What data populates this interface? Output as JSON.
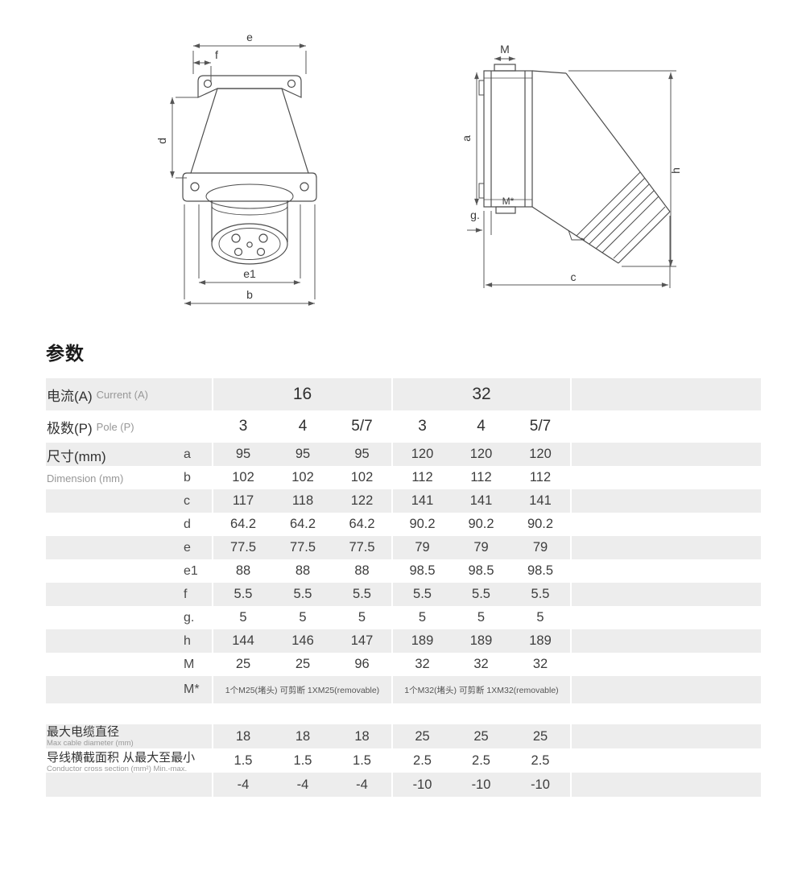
{
  "heading": "参数",
  "drawings": {
    "front_view": {
      "dims": {
        "e": "e",
        "f": "f",
        "d": "d",
        "e1": "e1",
        "b": "b"
      }
    },
    "side_view": {
      "dims": {
        "M": "M",
        "a": "a",
        "h": "h",
        "g": "g.",
        "c": "c",
        "m_star": "M*"
      }
    }
  },
  "table": {
    "current": {
      "zh": "电流(A)",
      "en": "Current (A)",
      "group1": "16",
      "group2": "32"
    },
    "pole": {
      "zh": "极数(P)",
      "en": "Pole (P)",
      "values": [
        "3",
        "4",
        "5/7",
        "3",
        "4",
        "5/7"
      ]
    },
    "dimension": {
      "zh": "尺寸(mm)",
      "en": "Dimension (mm)",
      "rows": [
        {
          "key": "a",
          "values": [
            "95",
            "95",
            "95",
            "120",
            "120",
            "120"
          ]
        },
        {
          "key": "b",
          "values": [
            "102",
            "102",
            "102",
            "112",
            "112",
            "112"
          ]
        },
        {
          "key": "c",
          "values": [
            "117",
            "118",
            "122",
            "141",
            "141",
            "141"
          ]
        },
        {
          "key": "d",
          "values": [
            "64.2",
            "64.2",
            "64.2",
            "90.2",
            "90.2",
            "90.2"
          ]
        },
        {
          "key": "e",
          "values": [
            "77.5",
            "77.5",
            "77.5",
            "79",
            "79",
            "79"
          ]
        },
        {
          "key": "e1",
          "values": [
            "88",
            "88",
            "88",
            "98.5",
            "98.5",
            "98.5"
          ]
        },
        {
          "key": "f",
          "values": [
            "5.5",
            "5.5",
            "5.5",
            "5.5",
            "5.5",
            "5.5"
          ]
        },
        {
          "key": "g.",
          "values": [
            "5",
            "5",
            "5",
            "5",
            "5",
            "5"
          ]
        },
        {
          "key": "h",
          "values": [
            "144",
            "146",
            "147",
            "189",
            "189",
            "189"
          ]
        },
        {
          "key": "M",
          "values": [
            "25",
            "25",
            "96",
            "32",
            "32",
            "32"
          ]
        }
      ],
      "m_star": {
        "key": "M*",
        "left": "1个M25(堵头) 可剪断 1XM25(removable)",
        "right": "1个M32(堵头) 可剪断 1XM32(removable)"
      }
    },
    "max_cable": {
      "zh": "最大电缆直径",
      "en": "Max cable diameter (mm)",
      "values": [
        "18",
        "18",
        "18",
        "25",
        "25",
        "25"
      ]
    },
    "conductor": {
      "zh": "导线横截面积 从最大至最小",
      "en": "Conductor cross section (mm²) Min.-max.",
      "rows": [
        [
          "1.5",
          "1.5",
          "1.5",
          "2.5",
          "2.5",
          "2.5"
        ],
        [
          "-4",
          "-4",
          "-4",
          "-10",
          "-10",
          "-10"
        ]
      ]
    }
  }
}
